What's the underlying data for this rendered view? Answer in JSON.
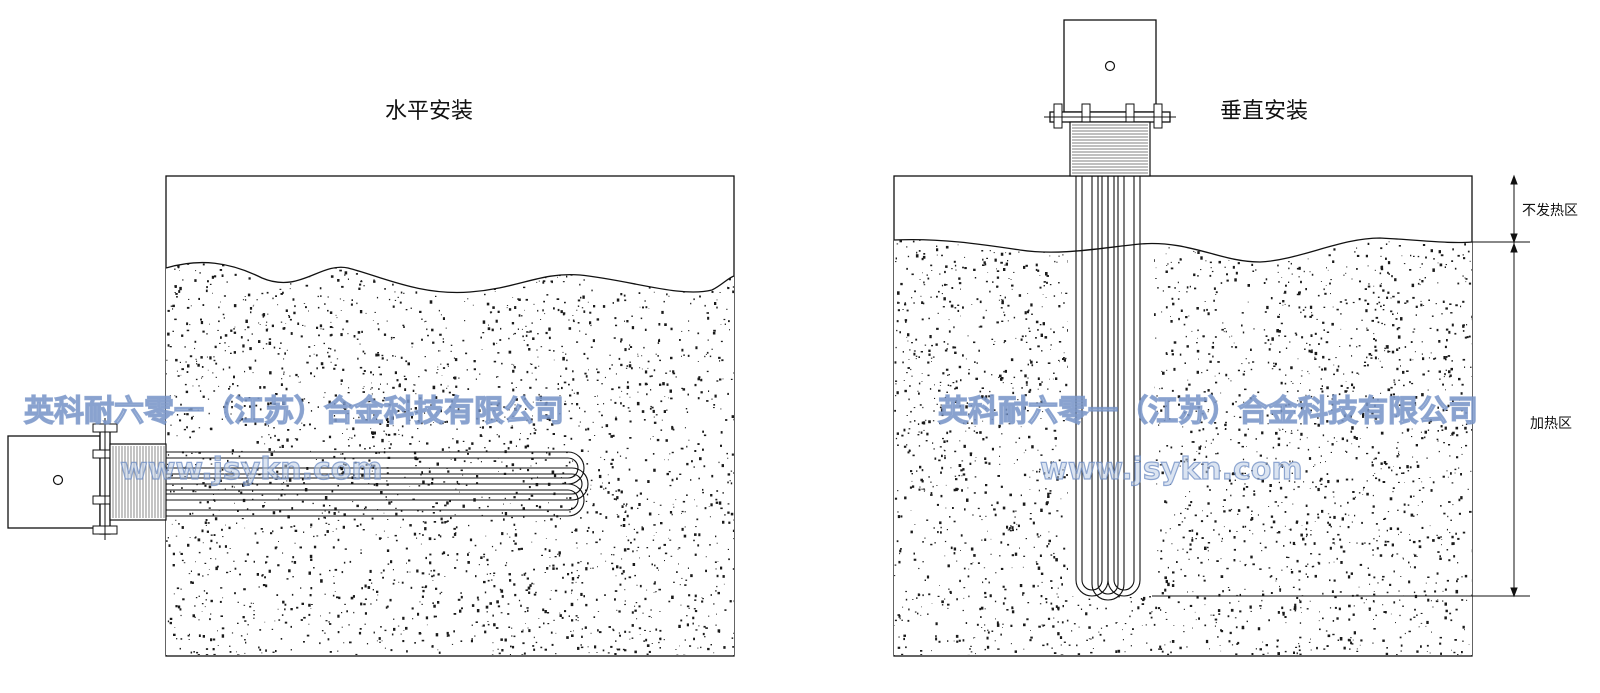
{
  "left_panel": {
    "title": "水平安装"
  },
  "right_panel": {
    "title": "垂直安装",
    "zone_unheated": "不发热区",
    "zone_heated": "加热区"
  },
  "watermark": {
    "company": "英科耐六零一（江苏）合金科技有限公司",
    "website": "www.jsykn.com"
  },
  "colors": {
    "line": "#111111",
    "watermark": "#6e8cc3"
  }
}
